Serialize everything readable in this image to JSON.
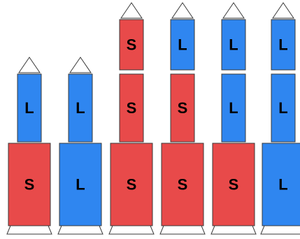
{
  "colors": {
    "S": "#e84a4a",
    "L": "#2f86f0",
    "outline": "#3a3a3a",
    "tip": "#ffffff",
    "base": "#ffffff"
  },
  "rockets": [
    {
      "id": "rocket-1",
      "stages": [
        {
          "label": "S"
        },
        {
          "label": "L"
        }
      ]
    },
    {
      "id": "rocket-2",
      "stages": [
        {
          "label": "L"
        },
        {
          "label": "L"
        }
      ]
    },
    {
      "id": "rocket-3",
      "stages": [
        {
          "label": "S"
        },
        {
          "label": "S"
        },
        {
          "label": "S"
        }
      ]
    },
    {
      "id": "rocket-4",
      "stages": [
        {
          "label": "S"
        },
        {
          "label": "S"
        },
        {
          "label": "L"
        }
      ]
    },
    {
      "id": "rocket-5",
      "stages": [
        {
          "label": "S"
        },
        {
          "label": "L"
        },
        {
          "label": "L"
        }
      ]
    },
    {
      "id": "rocket-6",
      "stages": [
        {
          "label": "L"
        },
        {
          "label": "L"
        },
        {
          "label": "L"
        }
      ]
    }
  ]
}
